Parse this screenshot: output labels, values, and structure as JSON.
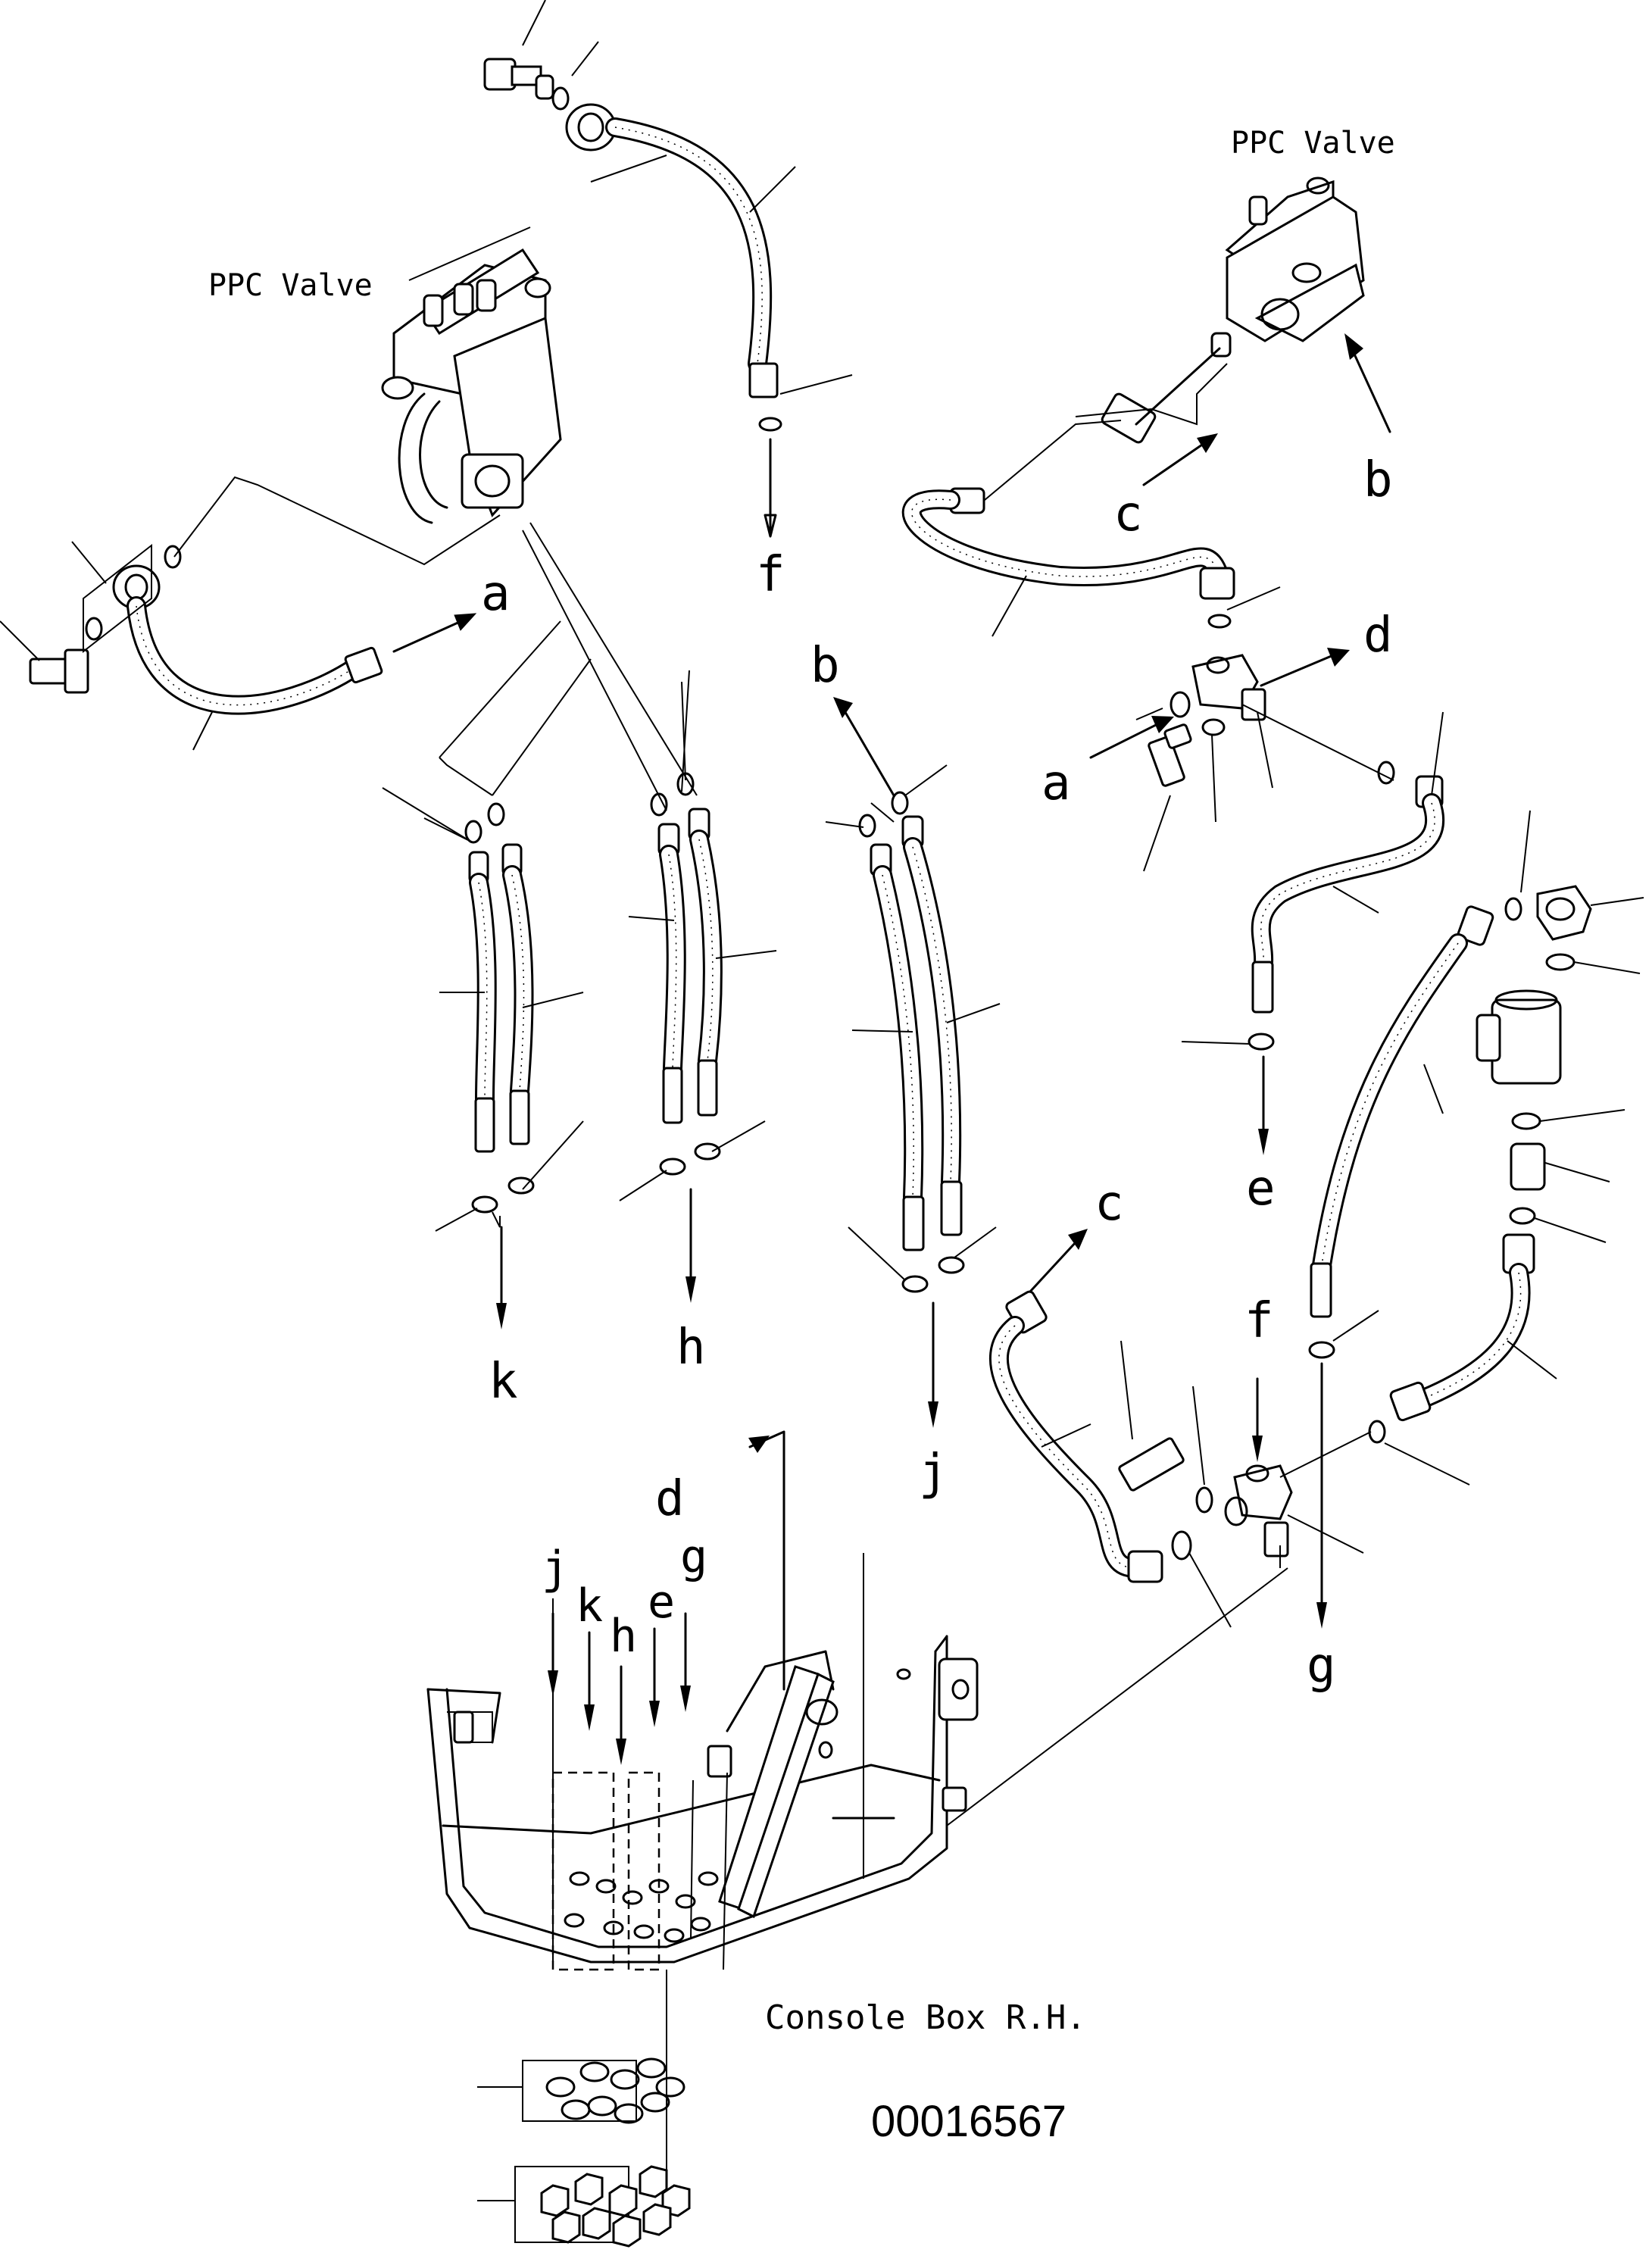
{
  "labels": {
    "ppc_valve_left": "PPC Valve",
    "ppc_valve_right": "PPC Valve",
    "console_box": "Console Box R.H.",
    "drawing_number": "00016567"
  },
  "arrow_letters": {
    "a_left": "a",
    "a_right": "a",
    "b_top": "b",
    "b_right": "b",
    "c_right": "c",
    "c_lower": "c",
    "d_right": "d",
    "d_lower": "d",
    "e_right": "e",
    "e_console": "e",
    "f_top": "f",
    "f_lower": "f",
    "g_right": "g",
    "g_console": "g",
    "h_mid": "h",
    "h_console": "h",
    "j_mid": "j",
    "j_console": "j",
    "k_left": "k",
    "k_console": "k"
  }
}
